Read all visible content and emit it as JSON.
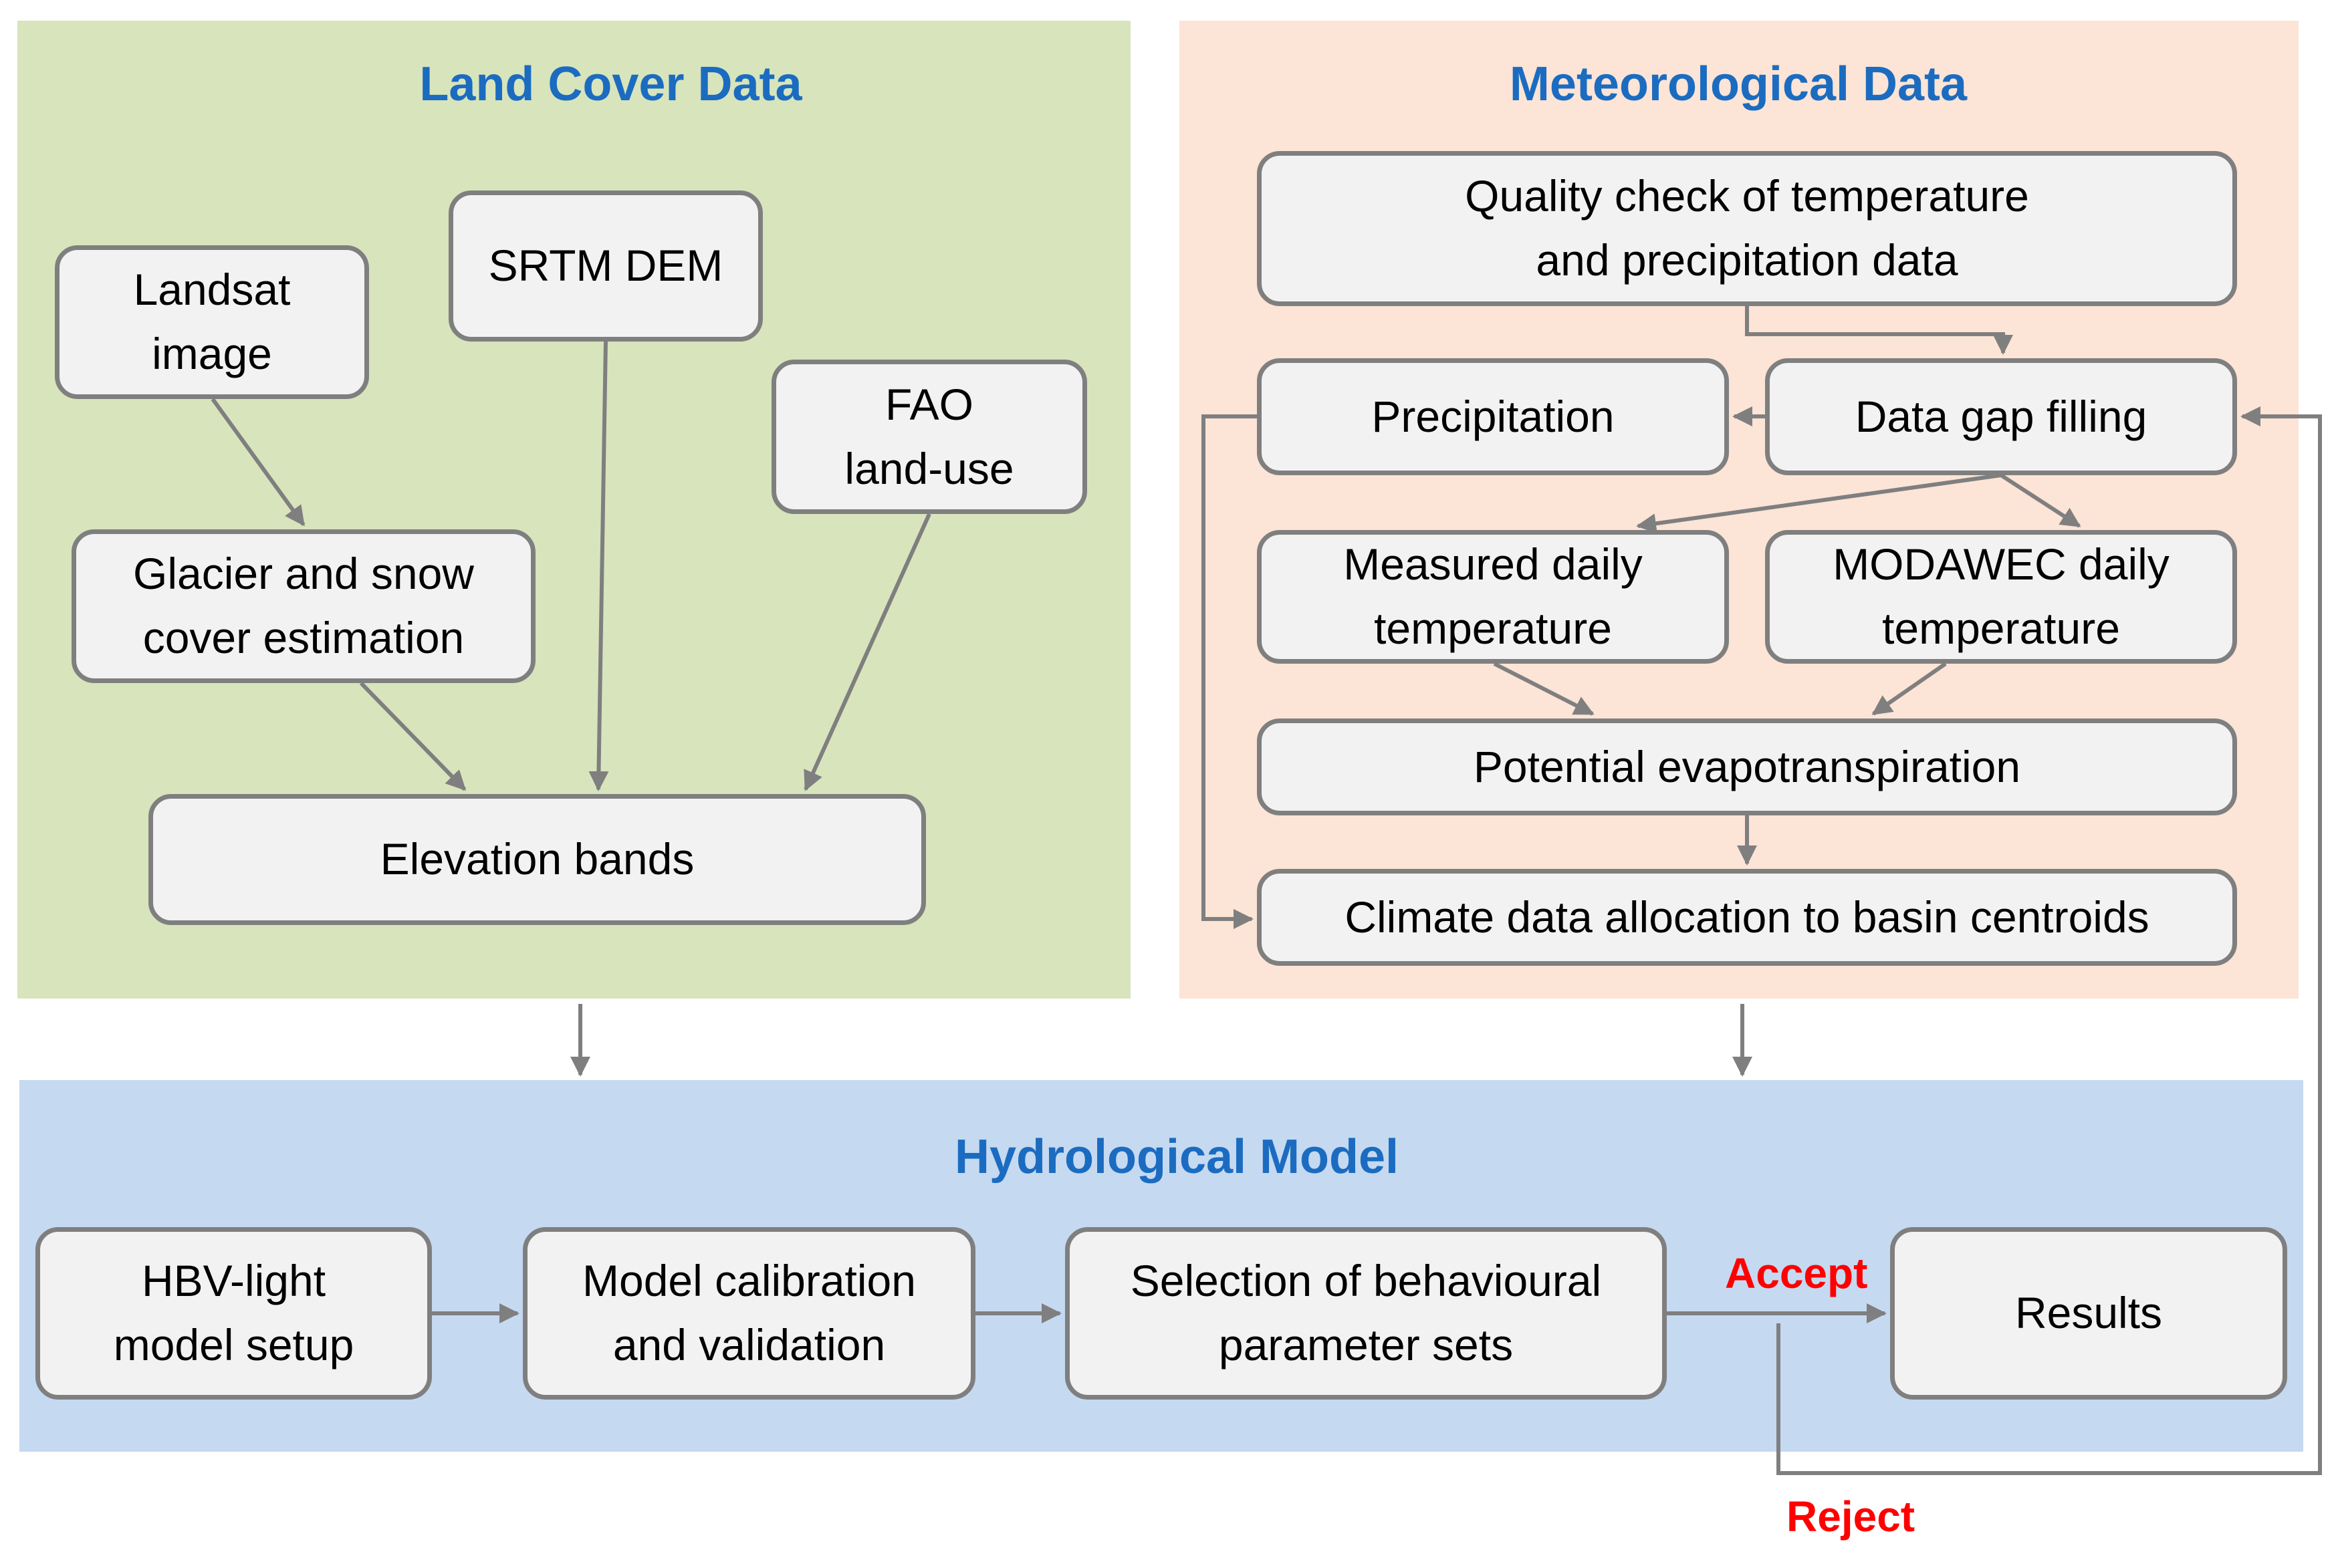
{
  "panels": {
    "land": {
      "title": "Land Cover Data"
    },
    "met": {
      "title": "Meteorological Data"
    },
    "hyd": {
      "title": "Hydrological  Model"
    }
  },
  "boxes": {
    "landsat": "Landsat\nimage",
    "srtm": "SRTM DEM",
    "fao": "FAO\nland-use",
    "glacier": "Glacier and snow\ncover estimation",
    "elevation": "Elevation bands",
    "quality": "Quality check of temperature\nand precipitation data",
    "precip": "Precipitation",
    "gapfill": "Data gap filling",
    "measured": "Measured daily\ntemperature",
    "modawec": "MODAWEC daily\ntemperature",
    "pet": "Potential evapotranspiration",
    "climate": "Climate data allocation to basin centroids",
    "hbv": "HBV-light\nmodel setup",
    "calib": "Model calibration\nand validation",
    "selection": "Selection of behavioural\nparameter sets",
    "results": "Results"
  },
  "labels": {
    "accept": "Accept",
    "reject": "Reject"
  },
  "colors": {
    "land_panel": "#d8e4bc",
    "met_panel": "#fce4d6",
    "hyd_panel": "#c5d9f1",
    "title": "#1b6cc0",
    "box_fill": "#f2f2f2",
    "box_border": "#7f7f7f",
    "arrow": "#7f7f7f",
    "decision": "#ff0000"
  }
}
